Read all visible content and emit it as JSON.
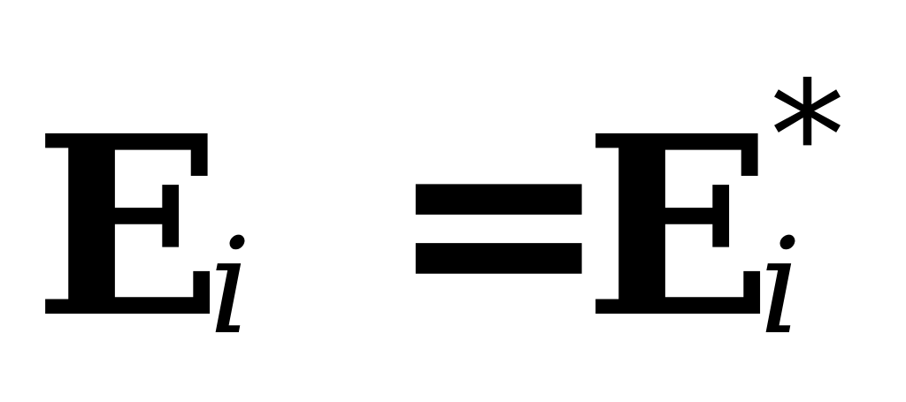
{
  "equation": {
    "lhs_symbol": "E",
    "lhs_subscript": "i",
    "operator": "=",
    "rhs_symbol": "E",
    "rhs_subscript": "i",
    "rhs_superscript": "*"
  }
}
